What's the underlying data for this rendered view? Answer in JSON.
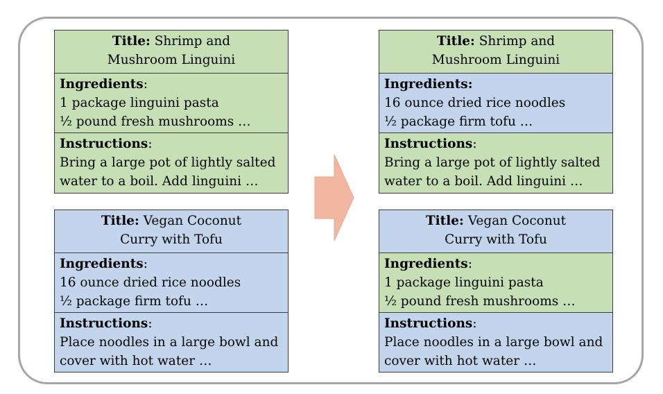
{
  "labels": {
    "title": "Title:",
    "ingredients": "Ingredients",
    "instructions": "Instructions",
    "colon": ":"
  },
  "cards": {
    "left_top": {
      "title_lines": [
        "Shrimp and",
        "Mushroom Linguini"
      ],
      "ingredients": [
        "1 package linguini pasta",
        "½ pound fresh mushrooms …"
      ],
      "instructions": [
        "Bring a large pot of lightly salted",
        "water to a boil. Add linguini …"
      ]
    },
    "left_bottom": {
      "title_lines": [
        "Vegan Coconut",
        "Curry with Tofu"
      ],
      "ingredients": [
        "16 ounce dried rice noodles",
        "½  package firm tofu …"
      ],
      "instructions": [
        "Place noodles in a large bowl and",
        "cover with hot water …"
      ]
    },
    "right_top": {
      "title_lines": [
        "Shrimp and",
        "Mushroom Linguini"
      ],
      "ingredients": [
        "16 ounce dried rice noodles",
        "½  package firm tofu …"
      ],
      "instructions": [
        "Bring a large pot of lightly salted",
        "water to a boil. Add linguini …"
      ]
    },
    "right_bottom": {
      "title_lines": [
        "Vegan Coconut",
        "Curry with Tofu"
      ],
      "ingredients": [
        "1 package linguini pasta",
        "½ pound fresh mushrooms …"
      ],
      "instructions": [
        "Place noodles in a large bowl and",
        "cover with hot water …"
      ]
    }
  },
  "colors": {
    "green": "#c6dfb4",
    "blue": "#c2d5ec",
    "arrow": "#f2b7a0",
    "frame": "#a6a6a6"
  }
}
